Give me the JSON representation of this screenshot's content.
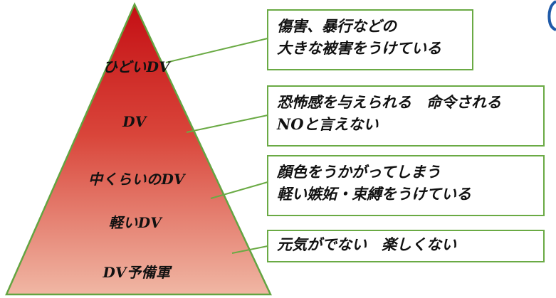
{
  "colors": {
    "pyramid_top": "#c40f14",
    "pyramid_bottom": "#f0b7a4",
    "pyramid_edge": "#63a441",
    "callout_line": "#6aaa44",
    "box_border": "#6aaa44",
    "corner_accent": "#1f5aa8"
  },
  "pyramid": {
    "levels": [
      {
        "label": "ひどいDV"
      },
      {
        "label": "DV"
      },
      {
        "label": "中くらいのDV"
      },
      {
        "label": "軽いDV"
      },
      {
        "label": "DV予備軍"
      }
    ]
  },
  "notes": [
    {
      "lines": [
        "傷害、暴行などの",
        "大きな被害をうけている"
      ]
    },
    {
      "lines": [
        "恐怖感を与えられる　命令される",
        "NOと言えない"
      ]
    },
    {
      "lines": [
        "顔色をうかがってしまう",
        "軽い嫉妬・束縛をうけている"
      ]
    },
    {
      "lines": [
        "元気がでない　楽しくない"
      ]
    }
  ]
}
